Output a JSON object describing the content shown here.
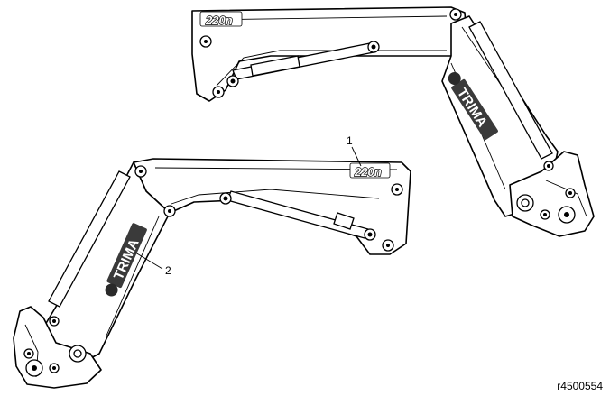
{
  "loader_a": {
    "brand": "TRIMA",
    "model": "220n"
  },
  "loader_b": {
    "brand": "TRIMA",
    "model": "220n"
  },
  "callouts": [
    {
      "number": "1"
    },
    {
      "number": "2"
    }
  ],
  "reference": "r4500554"
}
